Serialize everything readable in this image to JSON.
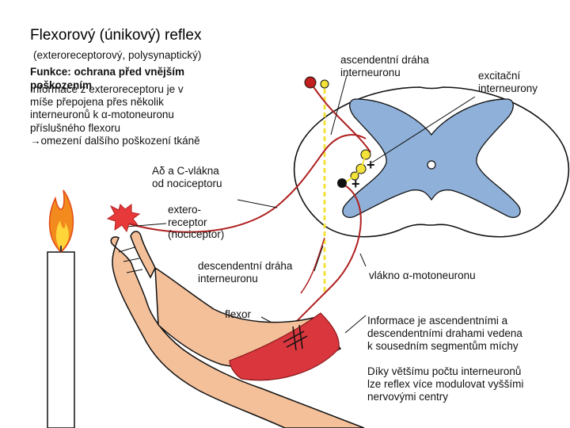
{
  "title": "Flexorový (únikový) reflex",
  "subtitle": "(exteroreceptorový, polysynaptický)",
  "function_line1": "Funkce: ochrana před vnějším",
  "function_line2": "poškozením",
  "info": "Informace z exteroreceptoru je v\nmíše přepojena přes několik\ninterneuronů k α-motoneuronu\npříslušného flexoru\n→omezení dalšího poškození tkáně",
  "fibers_label": "Aδ a C-vlákna\nod nociceptoru",
  "exteroreceptor_label": "extero-\nreceptor\n(nociceptor)",
  "descending_label": "descendentní dráha\ninterneuronu",
  "flexor_label": "flexor",
  "ascending_label": "ascendentní dráha\ninterneuronu",
  "excitatory_label": "excitační\ninterneurony",
  "motoneuron_label": "vlákno α-motoneuronu",
  "note_ascending_descending": "Informace je ascendentními a\ndescendentními drahami vedena\nk sousedním segmentům míchy",
  "note_modulation": "Díky většímu počtu interneuronů\nlze reflex více modulovat vyššími\nnervovými centry",
  "plus_sign_1": "+",
  "plus_sign_2": "+",
  "colors": {
    "grey_matter": "#8fb0d8",
    "nerve_fiber": "#b02020",
    "interneuron_yellow": "#f3e23a",
    "arm_skin": "#f4c09a",
    "muscle": "#d9363e",
    "flame_orange": "#f28a1d"
  }
}
